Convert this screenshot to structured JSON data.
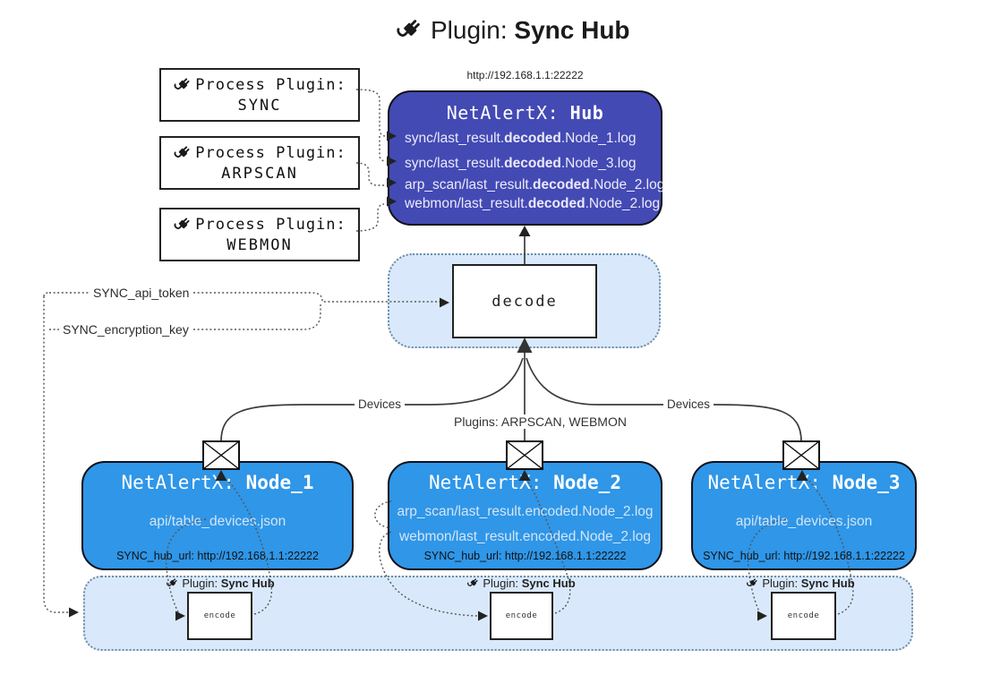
{
  "title": {
    "icon": "plug-icon",
    "prefix": "Plugin: ",
    "name": "Sync Hub"
  },
  "process_plugins": [
    {
      "icon": "plug-icon",
      "label": "Process Plugin:",
      "name": "SYNC"
    },
    {
      "icon": "plug-icon",
      "label": "Process Plugin:",
      "name": "ARPSCAN"
    },
    {
      "icon": "plug-icon",
      "label": "Process Plugin:",
      "name": "WEBMON"
    }
  ],
  "hub": {
    "url_label": "http://192.168.1.1:22222",
    "title_prefix": "NetAlertX: ",
    "title_name": "Hub",
    "logs": [
      {
        "pre": "sync/last_result.",
        "bold": "decoded",
        "post": ".Node_1.log"
      },
      {
        "pre": "sync/last_result.",
        "bold": "decoded",
        "post": ".Node_3.log"
      },
      {
        "pre": "arp_scan/last_result.",
        "bold": "decoded",
        "post": ".Node_2.log"
      },
      {
        "pre": "webmon/last_result.",
        "bold": "decoded",
        "post": ".Node_2.log"
      }
    ]
  },
  "decode_panel": {
    "decode_label": "decode"
  },
  "settings": {
    "api_token_label": "SYNC_api_token",
    "encryption_key_label": "SYNC_encryption_key"
  },
  "edge_labels": {
    "left": "Devices",
    "middle": "Plugins: ARPSCAN, WEBMON",
    "right": "Devices"
  },
  "nodes": [
    {
      "title_prefix": "NetAlertX: ",
      "title_name": "Node_1",
      "files": [
        "api/table_devices.json"
      ],
      "hub_url": "SYNC_hub_url: http://192.168.1.1:22222",
      "mail_icon": "envelope-icon"
    },
    {
      "title_prefix": "NetAlertX: ",
      "title_name": "Node_2",
      "files": [
        "arp_scan/last_result.encoded.Node_2.log",
        "webmon/last_result.encoded.Node_2.log"
      ],
      "hub_url": "SYNC_hub_url: http://192.168.1.1:22222",
      "mail_icon": "envelope-icon"
    },
    {
      "title_prefix": "NetAlertX: ",
      "title_name": "Node_3",
      "files": [
        "api/table_devices.json"
      ],
      "hub_url": "SYNC_hub_url: http://192.168.1.1:22222",
      "mail_icon": "envelope-icon"
    }
  ],
  "encoders": [
    {
      "icon": "plug-icon",
      "plugin_prefix": "Plugin: ",
      "plugin_name": "Sync Hub",
      "encode_label": "encode"
    },
    {
      "icon": "plug-icon",
      "plugin_prefix": "Plugin: ",
      "plugin_name": "Sync Hub",
      "encode_label": "encode"
    },
    {
      "icon": "plug-icon",
      "plugin_prefix": "Plugin: ",
      "plugin_name": "Sync Hub",
      "encode_label": "encode"
    }
  ],
  "colors": {
    "hub_fill": "#434ab4",
    "node_fill": "#2f96e8",
    "panel_fill": "#d9e9fb",
    "panel_border": "#6e8ca3",
    "line": "#3d3d3d",
    "hub_text": "#eceaf8",
    "node_text": "#d3e5f7"
  }
}
